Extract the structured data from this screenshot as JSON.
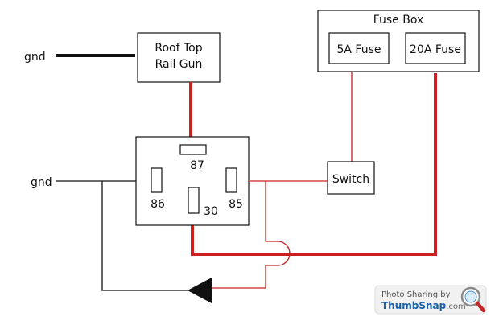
{
  "labels": {
    "gnd_top": "gnd",
    "gnd_left": "gnd",
    "roof_top_line1": "Roof Top",
    "roof_top_line2": "Rail Gun",
    "fuse_box_title": "Fuse Box",
    "fuse_5a": "5A Fuse",
    "fuse_20a": "20A Fuse",
    "switch": "Switch",
    "pin_87": "87",
    "pin_86": "86",
    "pin_30": "30",
    "pin_85": "85"
  },
  "watermark": {
    "line1": "Photo Sharing by",
    "brand": "ThumbSnap",
    "suffix": ".com"
  },
  "colors": {
    "wire_red": "#cc1f1f",
    "wire_black": "#111111"
  },
  "icons": [
    "magnifier-icon",
    "arrow-left-icon"
  ]
}
